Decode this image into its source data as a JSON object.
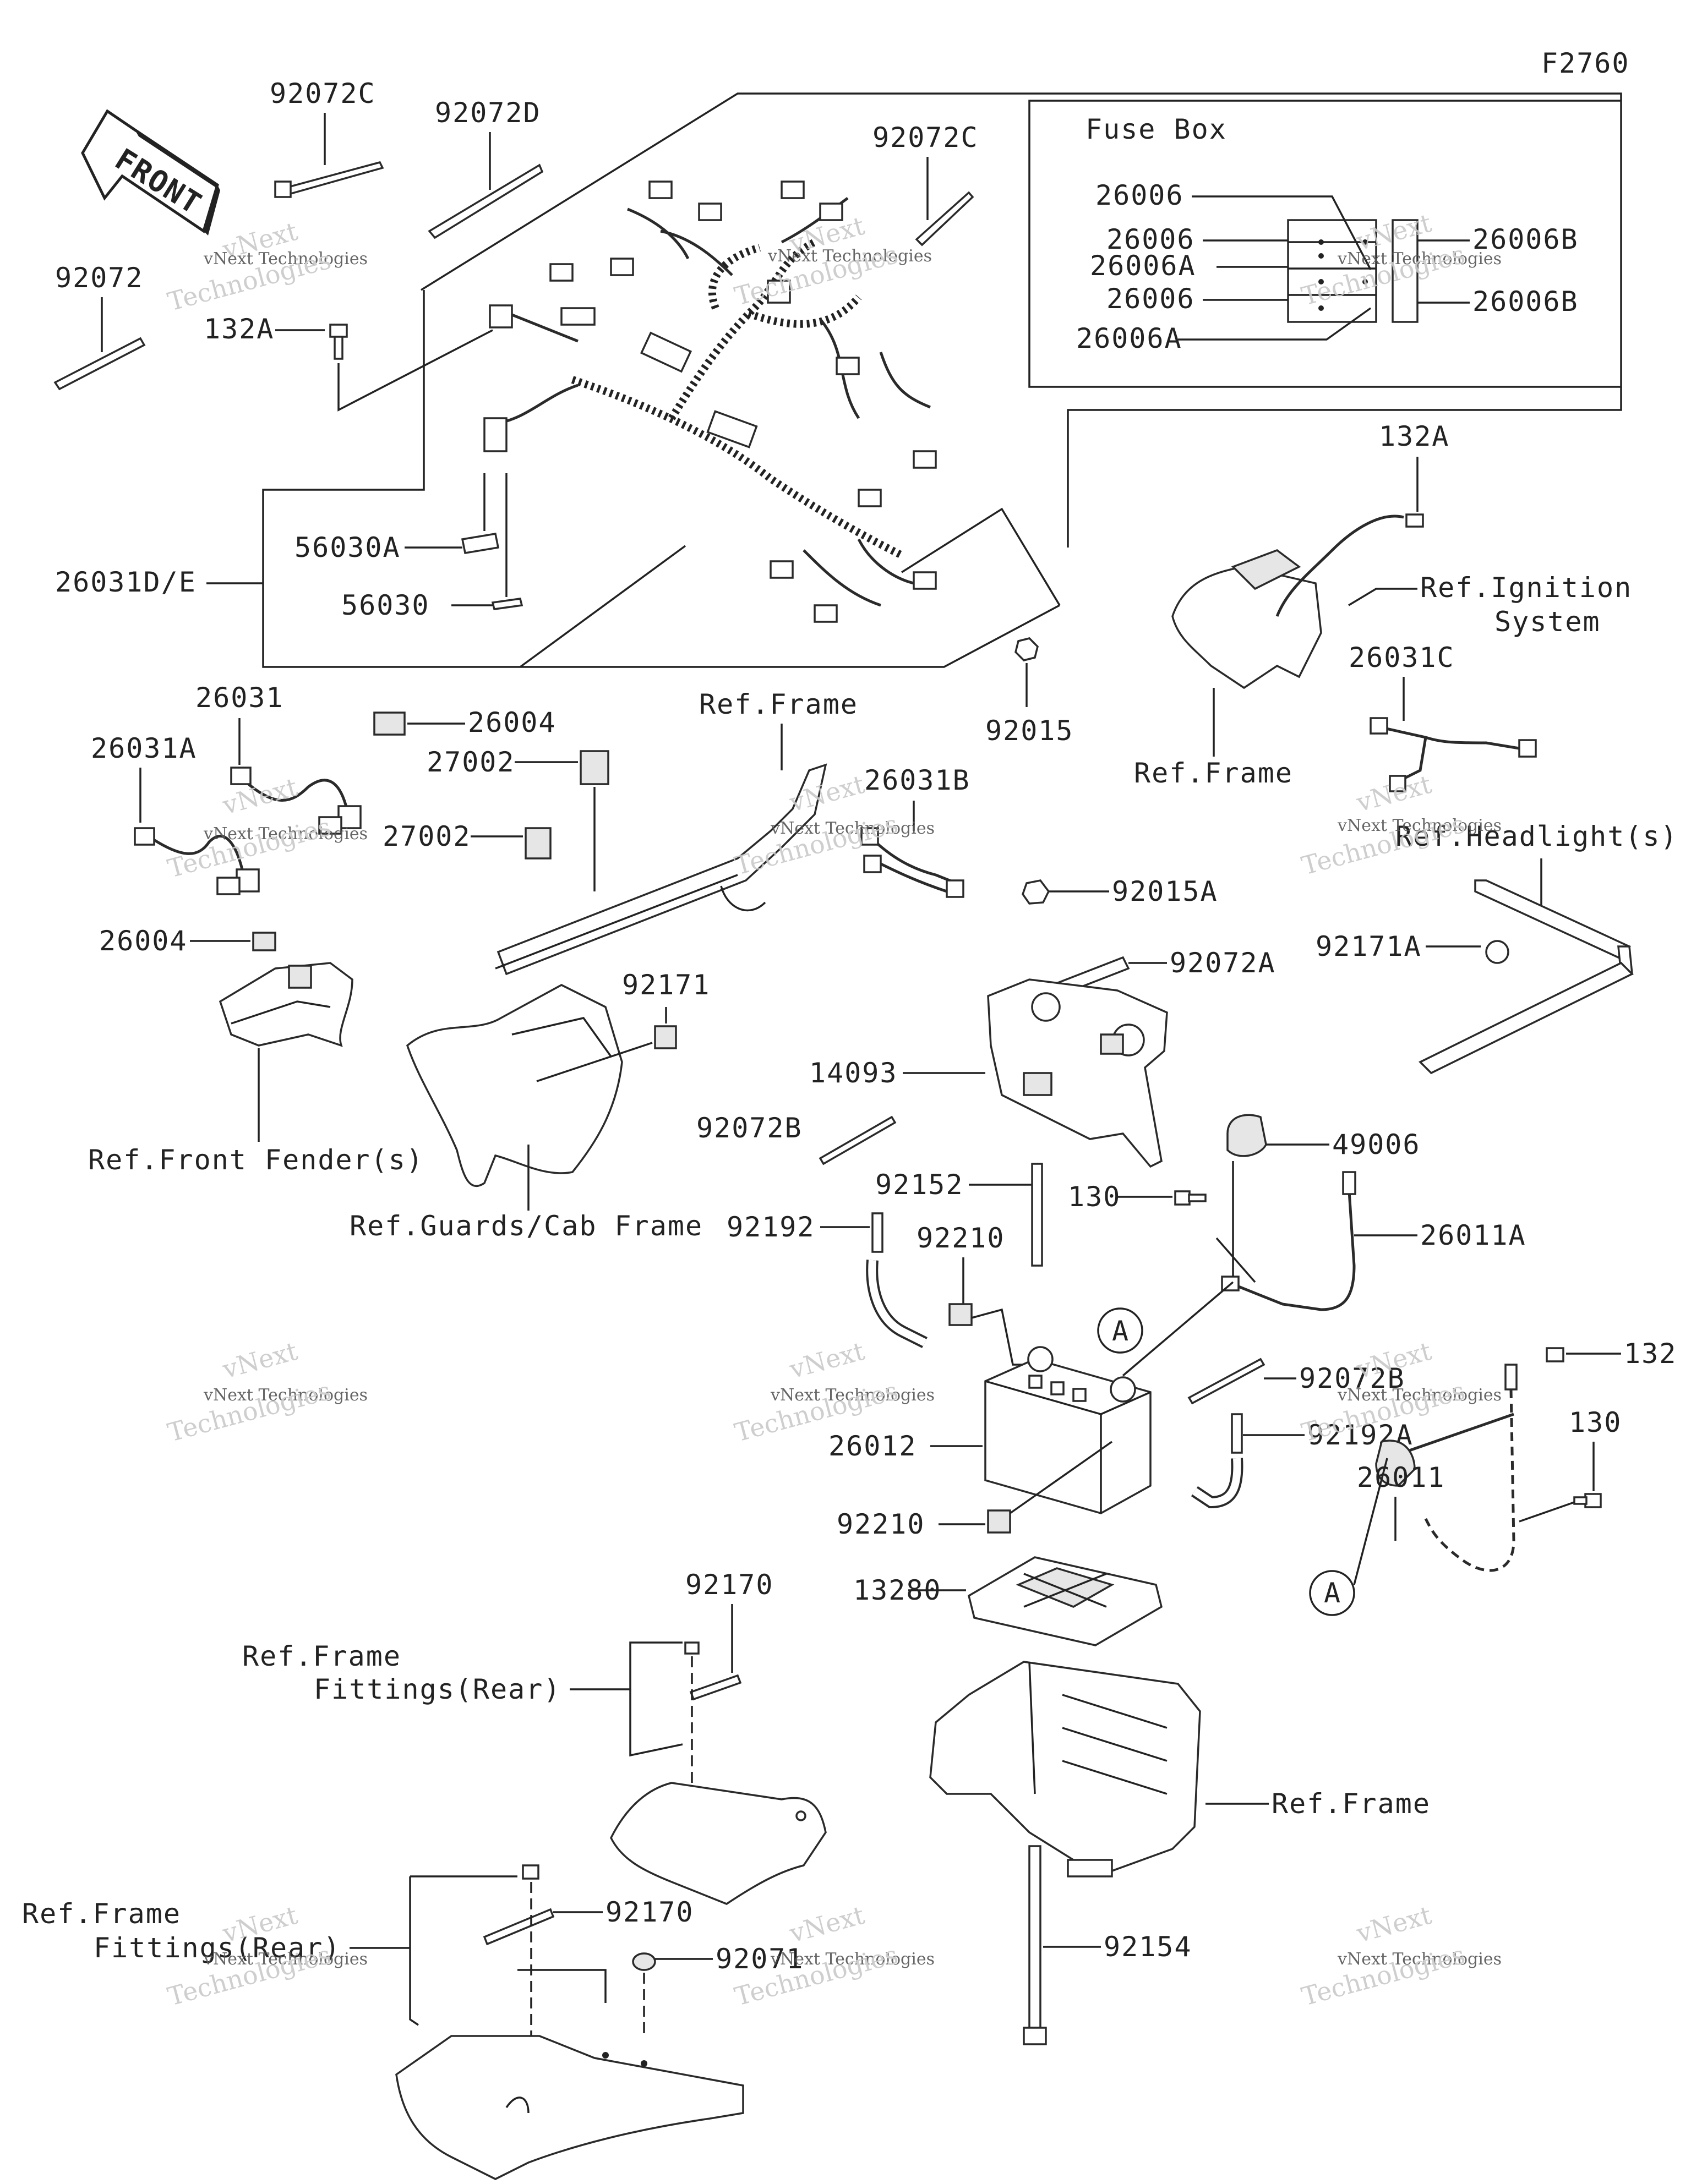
{
  "diagram_code": "F2760",
  "front_label": "FRONT",
  "fuse_box": {
    "title": "Fuse Box",
    "labels": [
      "26006",
      "26006",
      "26006A",
      "26006",
      "26006A",
      "26006B",
      "26006B"
    ]
  },
  "part_labels": {
    "p92072C_top": "92072C",
    "p92072D": "92072D",
    "p92072C_mid": "92072C",
    "p92072": "92072",
    "p132A_left": "132A",
    "p26031DE": "26031D/E",
    "p56030A": "56030A",
    "p56030": "56030",
    "p26004_mid": "26004",
    "p92015": "92015",
    "p132A_right": "132A",
    "p26031C": "26031C",
    "p26031": "26031",
    "p26031A": "26031A",
    "p27002_a": "27002",
    "p27002_b": "27002",
    "p26031B": "26031B",
    "p92015A": "92015A",
    "p92072A": "92072A",
    "p92171A": "92171A",
    "p26004_left": "26004",
    "p92171": "92171",
    "p14093": "14093",
    "p92072B_a": "92072B",
    "p49006": "49006",
    "p92152": "92152",
    "p130_a": "130",
    "p92192": "92192",
    "p26011A": "26011A",
    "p92210_a": "92210",
    "p92072B_b": "92072B",
    "p132": "132",
    "p26012": "26012",
    "p92192A": "92192A",
    "p130_b": "130",
    "p26011": "26011",
    "p92210_b": "92210",
    "p13280": "13280",
    "p92170_a": "92170",
    "p92170_b": "92170",
    "p92071": "92071",
    "p92154": "92154"
  },
  "ref_labels": {
    "ignition_1": "Ref.Ignition",
    "ignition_2": "System",
    "frame_mid": "Ref.Frame",
    "frame_right": "Ref.Frame",
    "frame_top": "Ref.Frame",
    "headlight": "Ref.Headlight(s)",
    "front_fender": "Ref.Front Fender(s)",
    "guards": "Ref.Guards/Cab Frame",
    "frame_fittings_a1": "Ref.Frame",
    "frame_fittings_a2": "Fittings(Rear)",
    "frame_fittings_b1": "Ref.Frame",
    "frame_fittings_b2": "Fittings(Rear)"
  },
  "markers": [
    "A",
    "A"
  ],
  "watermark": {
    "line1": "vNext",
    "line2": "vNext Technologies",
    "line3": "Technologies"
  }
}
